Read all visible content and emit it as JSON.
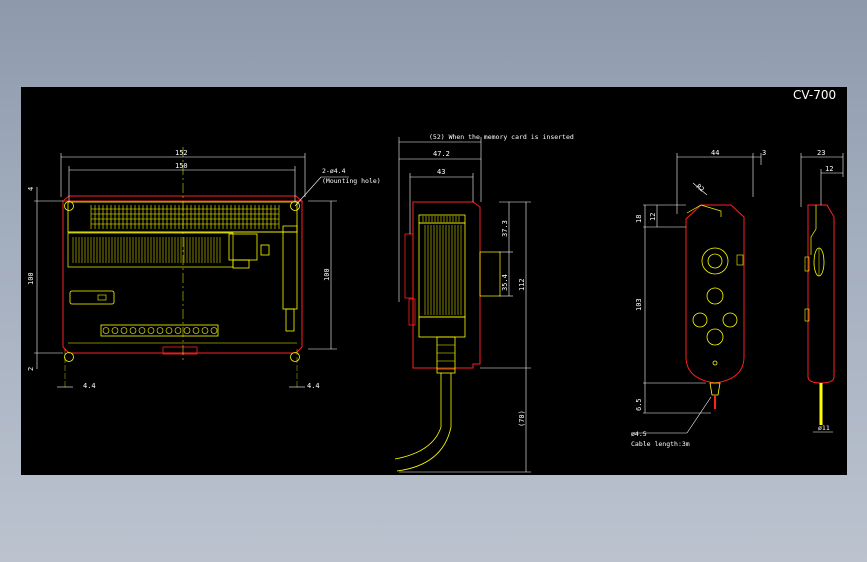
{
  "drawing": {
    "title": "CV-700",
    "colors": {
      "background": "#000000",
      "outline": "#ff2020",
      "detail": "#ffff00",
      "dimension": "#ffffff",
      "desktop": "#9aa6b8"
    }
  },
  "front_view": {
    "dims": {
      "overall_width": "152",
      "hole_pitch": "150",
      "mounting_hole": "2-ø4.4",
      "mounting_hole_note": "(Mounting hole)",
      "height_left": "100",
      "height_right": "100",
      "top_offset": "4",
      "bottom_offset": "2",
      "foot_left": "4.4",
      "foot_right": "4.4"
    }
  },
  "side_view": {
    "dims": {
      "memory_card_note": "(52) When the memory card is inserted",
      "depth_card": "47.2",
      "depth": "43",
      "upper": "37.3",
      "middle": "35.4",
      "overall_height": "112",
      "cable": "(70)"
    }
  },
  "controller_front": {
    "dims": {
      "width": "44",
      "offset": "3",
      "top": "18",
      "cap": "12",
      "height": "103",
      "bottom": "6.5",
      "cable_dia": "ø4.5",
      "cable_length": "Cable length:3m",
      "angle_label": "R2"
    }
  },
  "controller_side": {
    "dims": {
      "depth": "23",
      "cap_depth": "12",
      "dia": "ø11"
    }
  }
}
